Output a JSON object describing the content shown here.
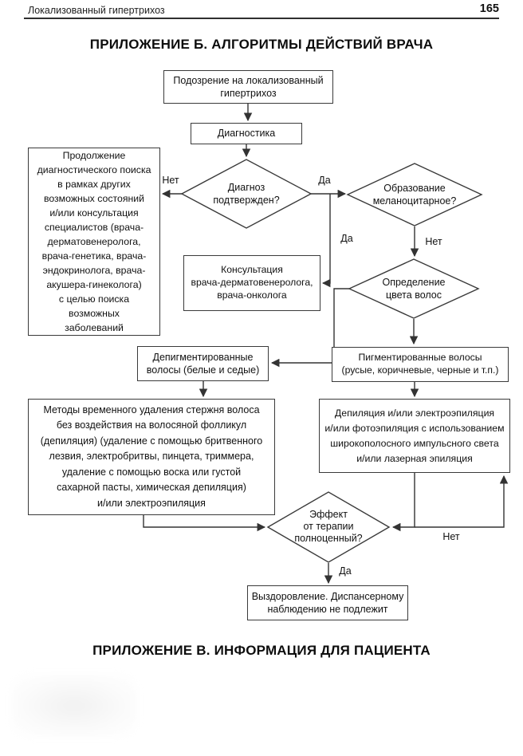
{
  "page": {
    "header": {
      "title": "Локализованный гипертрихоз",
      "page_number": "165"
    },
    "appendix_b_title": "ПРИЛОЖЕНИЕ Б. АЛГОРИТМЫ ДЕЙСТВИЙ ВРАЧА",
    "appendix_v_title": "ПРИЛОЖЕНИЕ В. ИНФОРМАЦИЯ ДЛЯ ПАЦИЕНТА"
  },
  "flowchart": {
    "nodes": {
      "suspicion": "Подозрение на локализованный\nгипертрихоз",
      "diagnostics": "Диагностика",
      "diagnosis_confirmed": "Диагноз\nподтвержден?",
      "continue_search": "Продолжение\nдиагностического поиска\nв рамках других\nвозможных состояний\nи/или консультация\nспециалистов (врача-\nдерматовенеролога,\nврача-генетика, врача-\nэндокринолога, врача-\nакушера-гинеколога)\nс целью поиска\nвозможных\nзаболеваний",
      "melanocytic": "Образование\nмеланоцитарное?",
      "consultation": "Консультация\nврача-дерматовенеролога,\nврача-онколога",
      "hair_color": "Определение\nцвета волос",
      "depigmented": "Депигментированные\nволосы (белые и седые)",
      "pigmented": "Пигментированные волосы\n(русые, коричневые, черные и т.п.)",
      "temporary_methods": "Методы временного удаления стержня волоса\nбез воздействия на волосяной фолликул\n(депиляция) (удаление с помощью бритвенного\nлезвия, электробритвы, пинцета, триммера,\nудаление с помощью воска или густой\nсахарной пасты, химическая депиляция)\nи/или электроэпиляция",
      "depilation_photo": "Депиляция и/или электроэпиляция\nи/или фотоэпиляция с использованием\nширокополосного импульсного света\nи/или лазерная эпиляция",
      "therapy_effect": "Эффект\nот терапии\nполноценный?",
      "recovery": "Выздоровление. Диспансерному\nнаблюдению не подлежит"
    },
    "edge_labels": {
      "confirmed_no": "Нет",
      "confirmed_yes": "Да",
      "melanocytic_yes": "Да",
      "melanocytic_no": "Нет",
      "effect_yes": "Да",
      "effect_no": "Нет"
    }
  },
  "colors": {
    "line": "#333333",
    "border": "#3a3a3a",
    "text": "#111111"
  }
}
